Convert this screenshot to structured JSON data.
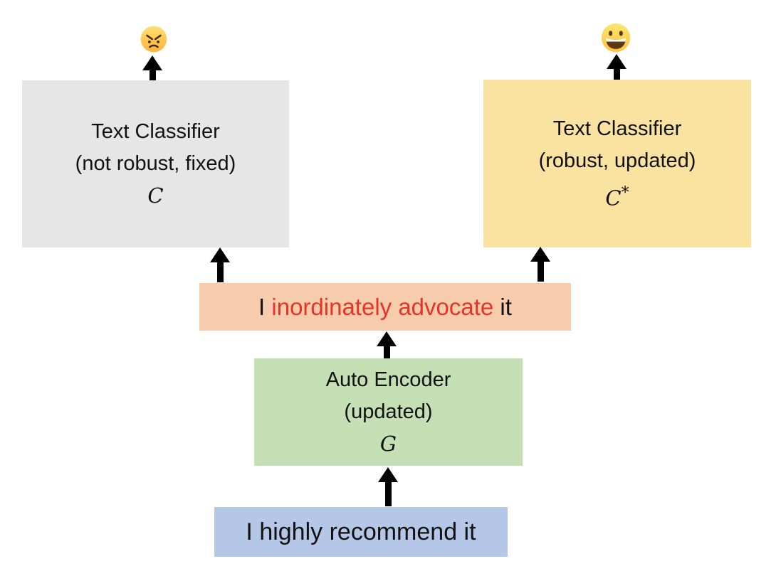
{
  "canvas": {
    "background": "#ffffff"
  },
  "classifier_fixed": {
    "line1": "Text Classifier",
    "line2": "(not robust, fixed)",
    "symbol_display": "C",
    "symbol_unicode": "𝒞",
    "bg": "#e7e6e6",
    "emoji": "😠",
    "emoji_name": "angry-face"
  },
  "classifier_robust": {
    "line1": "Text Classifier",
    "line2": "(robust, updated)",
    "symbol_display": "C",
    "symbol_sup": "*",
    "symbol_unicode": "𝒞*",
    "bg": "#fae3a0",
    "emoji": "😀",
    "emoji_name": "grinning-face"
  },
  "adversarial_sentence": {
    "prefix": "I ",
    "highlight": "inordinately advocate",
    "suffix": " it",
    "highlight_color": "#e6332a",
    "bg": "#f6ccac"
  },
  "autoencoder": {
    "line1": "Auto Encoder",
    "line2": "(updated)",
    "symbol_display": "G",
    "symbol_unicode": "𝒢",
    "bg": "#c5e0b4"
  },
  "input_sentence": {
    "text": "I highly recommend it",
    "bg": "#b4c7e7"
  }
}
